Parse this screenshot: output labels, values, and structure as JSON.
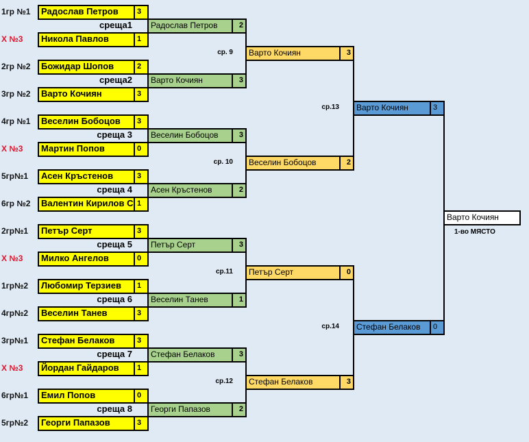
{
  "colors": {
    "player": "#ffff00",
    "round2": "#a9d18e",
    "round3": "#ffd966",
    "semi": "#5b9bd5",
    "final": "#ffffff",
    "seed_red": "#e0142a"
  },
  "matches": [
    {
      "label": "среща1",
      "top": {
        "seed": "1гр №1",
        "name": "Радослав Петров",
        "score": "3"
      },
      "bottom": {
        "seed": "X №3",
        "name": "Никола Павлов",
        "score": "1"
      },
      "winner": {
        "name": "Радослав Петров",
        "score": "2"
      }
    },
    {
      "label": "среща2",
      "top": {
        "seed": "2гр №2",
        "name": "Божидар Шопов",
        "score": "2"
      },
      "bottom": {
        "seed": "3гр №2",
        "name": "Варто Кочиян",
        "score": "3"
      },
      "winner": {
        "name": "Варто Кочиян",
        "score": "3"
      }
    },
    {
      "label": "среща 3",
      "top": {
        "seed": "4гр №1",
        "name": "Веселин Бобоцов",
        "score": "3"
      },
      "bottom": {
        "seed": "X №3",
        "name": "Мартин Попов",
        "score": "0"
      },
      "winner": {
        "name": "Веселин Бобоцов",
        "score": "3"
      }
    },
    {
      "label": "среща 4",
      "top": {
        "seed": "5гр№1",
        "name": "Асен Кръстенов",
        "score": "3"
      },
      "bottom": {
        "seed": "6гр №2",
        "name": "Валентин Кирилов Ст",
        "score": "1"
      },
      "winner": {
        "name": "Асен Кръстенов",
        "score": "2"
      }
    },
    {
      "label": "среща 5",
      "top": {
        "seed": "2гр№1",
        "name": "Петър Серт",
        "score": "3"
      },
      "bottom": {
        "seed": "X №3",
        "name": "Милко Ангелов",
        "score": "0"
      },
      "winner": {
        "name": "Петър Серт",
        "score": "3"
      }
    },
    {
      "label": "среща 6",
      "top": {
        "seed": "1гр№2",
        "name": "Любомир Терзиев",
        "score": "1"
      },
      "bottom": {
        "seed": "4гр№2",
        "name": "Веселин Танев",
        "score": "3"
      },
      "winner": {
        "name": "Веселин Танев",
        "score": "1"
      }
    },
    {
      "label": "среща 7",
      "top": {
        "seed": "3гр№1",
        "name": "Стефан Белаков",
        "score": "3"
      },
      "bottom": {
        "seed": "X №3",
        "name": "Йордан Гайдаров",
        "score": "1"
      },
      "winner": {
        "name": "Стефан Белаков",
        "score": "3"
      }
    },
    {
      "label": "среща 8",
      "top": {
        "seed": "6гр№1",
        "name": "Емил Попов",
        "score": "0"
      },
      "bottom": {
        "seed": "5гр№2",
        "name": "Георги Папазов",
        "score": "3"
      },
      "winner": {
        "name": "Георги Папазов",
        "score": "2"
      }
    }
  ],
  "quarterfinals": [
    {
      "label": "ср. 9",
      "name": "Варто Кочиян",
      "score": "3"
    },
    {
      "label": "ср. 10",
      "name": "Веселин Бобоцов",
      "score": "2"
    },
    {
      "label": "ср.11",
      "name": "Петър Серт",
      "score": "0"
    },
    {
      "label": "ср.12",
      "name": "Стефан Белаков",
      "score": "3"
    }
  ],
  "semifinals": [
    {
      "label": "ср.13",
      "name": "Варто Кочиян",
      "score": "3"
    },
    {
      "label": "ср.14",
      "name": "Стефан Белаков",
      "score": "0"
    }
  ],
  "final": {
    "name": "Варто Кочиян",
    "place_label": "1-во МЯСТО"
  }
}
